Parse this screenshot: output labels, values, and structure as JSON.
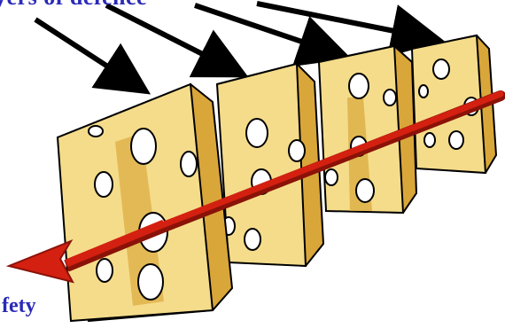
{
  "diagram": {
    "top_caption": "yers of defence",
    "bottom_caption": "fety",
    "colors": {
      "cheese_face": "#f5dc8a",
      "cheese_side": "#d9a63a",
      "cheese_dark": "#b98a22",
      "outline": "#000000",
      "arrow_red": "#d42010",
      "arrow_dark": "#8a1208",
      "caption_blue": "#2a2ab8"
    },
    "slices": [
      {
        "name": "slice-1"
      },
      {
        "name": "slice-2"
      },
      {
        "name": "slice-3"
      },
      {
        "name": "slice-4"
      }
    ],
    "pointer_arrows": 4
  }
}
